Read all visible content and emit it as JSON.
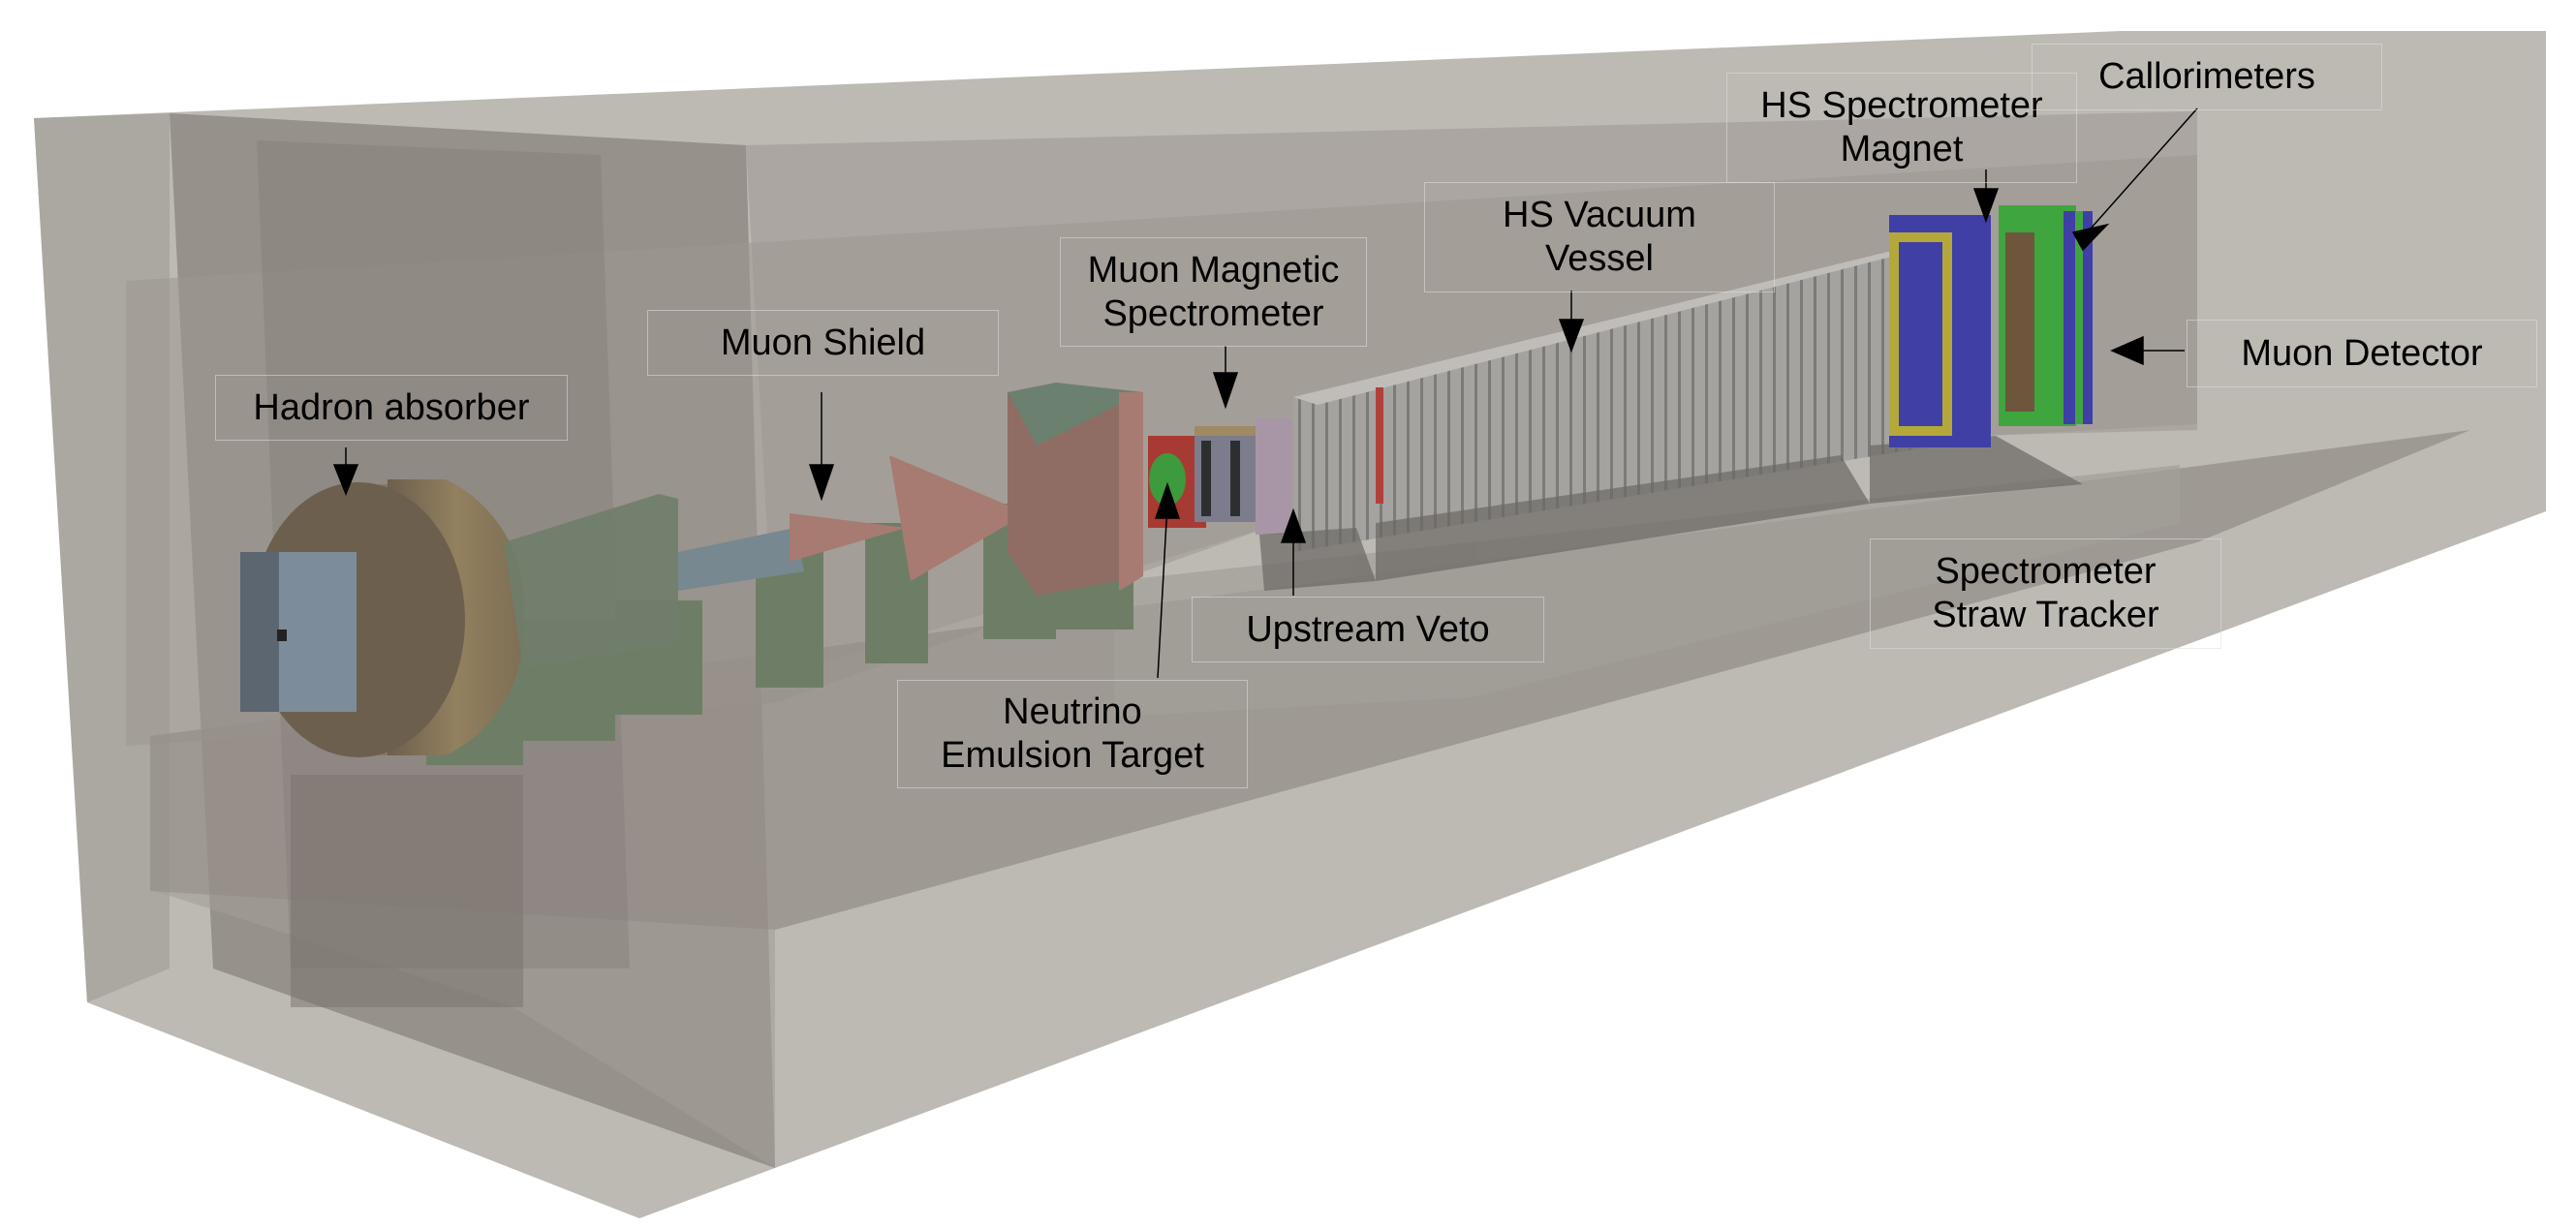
{
  "figure": {
    "description": "3D rendering of the detector layout inside a transparent cavern",
    "colors": {
      "background": "#ffffff",
      "cavern": "#b8b4ae",
      "hadron_absorber": "#9c8466",
      "muon_shield": "#a2736b",
      "support": "#6f8068",
      "emulsion_target_frame": "#a83a34",
      "emulsion_target_core": "#3d9a3d",
      "magnet_blue": "#3f3fa6",
      "magnet_yellow": "#b4a83a",
      "calorimeter_green": "#3fa63f",
      "calorimeter_brown": "#6e563c",
      "vessel_grey": "#a8a6a3",
      "veto_pink": "#a896a6"
    }
  },
  "labels": {
    "hadron_absorber": [
      "Hadron absorber"
    ],
    "muon_shield": [
      "Muon Shield"
    ],
    "muon_magnetic_spectrometer": [
      "Muon Magnetic",
      "Spectrometer"
    ],
    "hs_vacuum_vessel": [
      "HS Vacuum",
      "Vessel"
    ],
    "hs_spectrometer_magnet": [
      "HS Spectrometer",
      "Magnet"
    ],
    "callorimeters": [
      "Callorimeters"
    ],
    "muon_detector": [
      "Muon Detector"
    ],
    "upstream_veto": [
      "Upstream Veto"
    ],
    "neutrino_emulsion_target": [
      "Neutrino",
      "Emulsion Target"
    ],
    "spectrometer_straw_tracker": [
      "Spectrometer",
      "Straw Tracker"
    ]
  }
}
